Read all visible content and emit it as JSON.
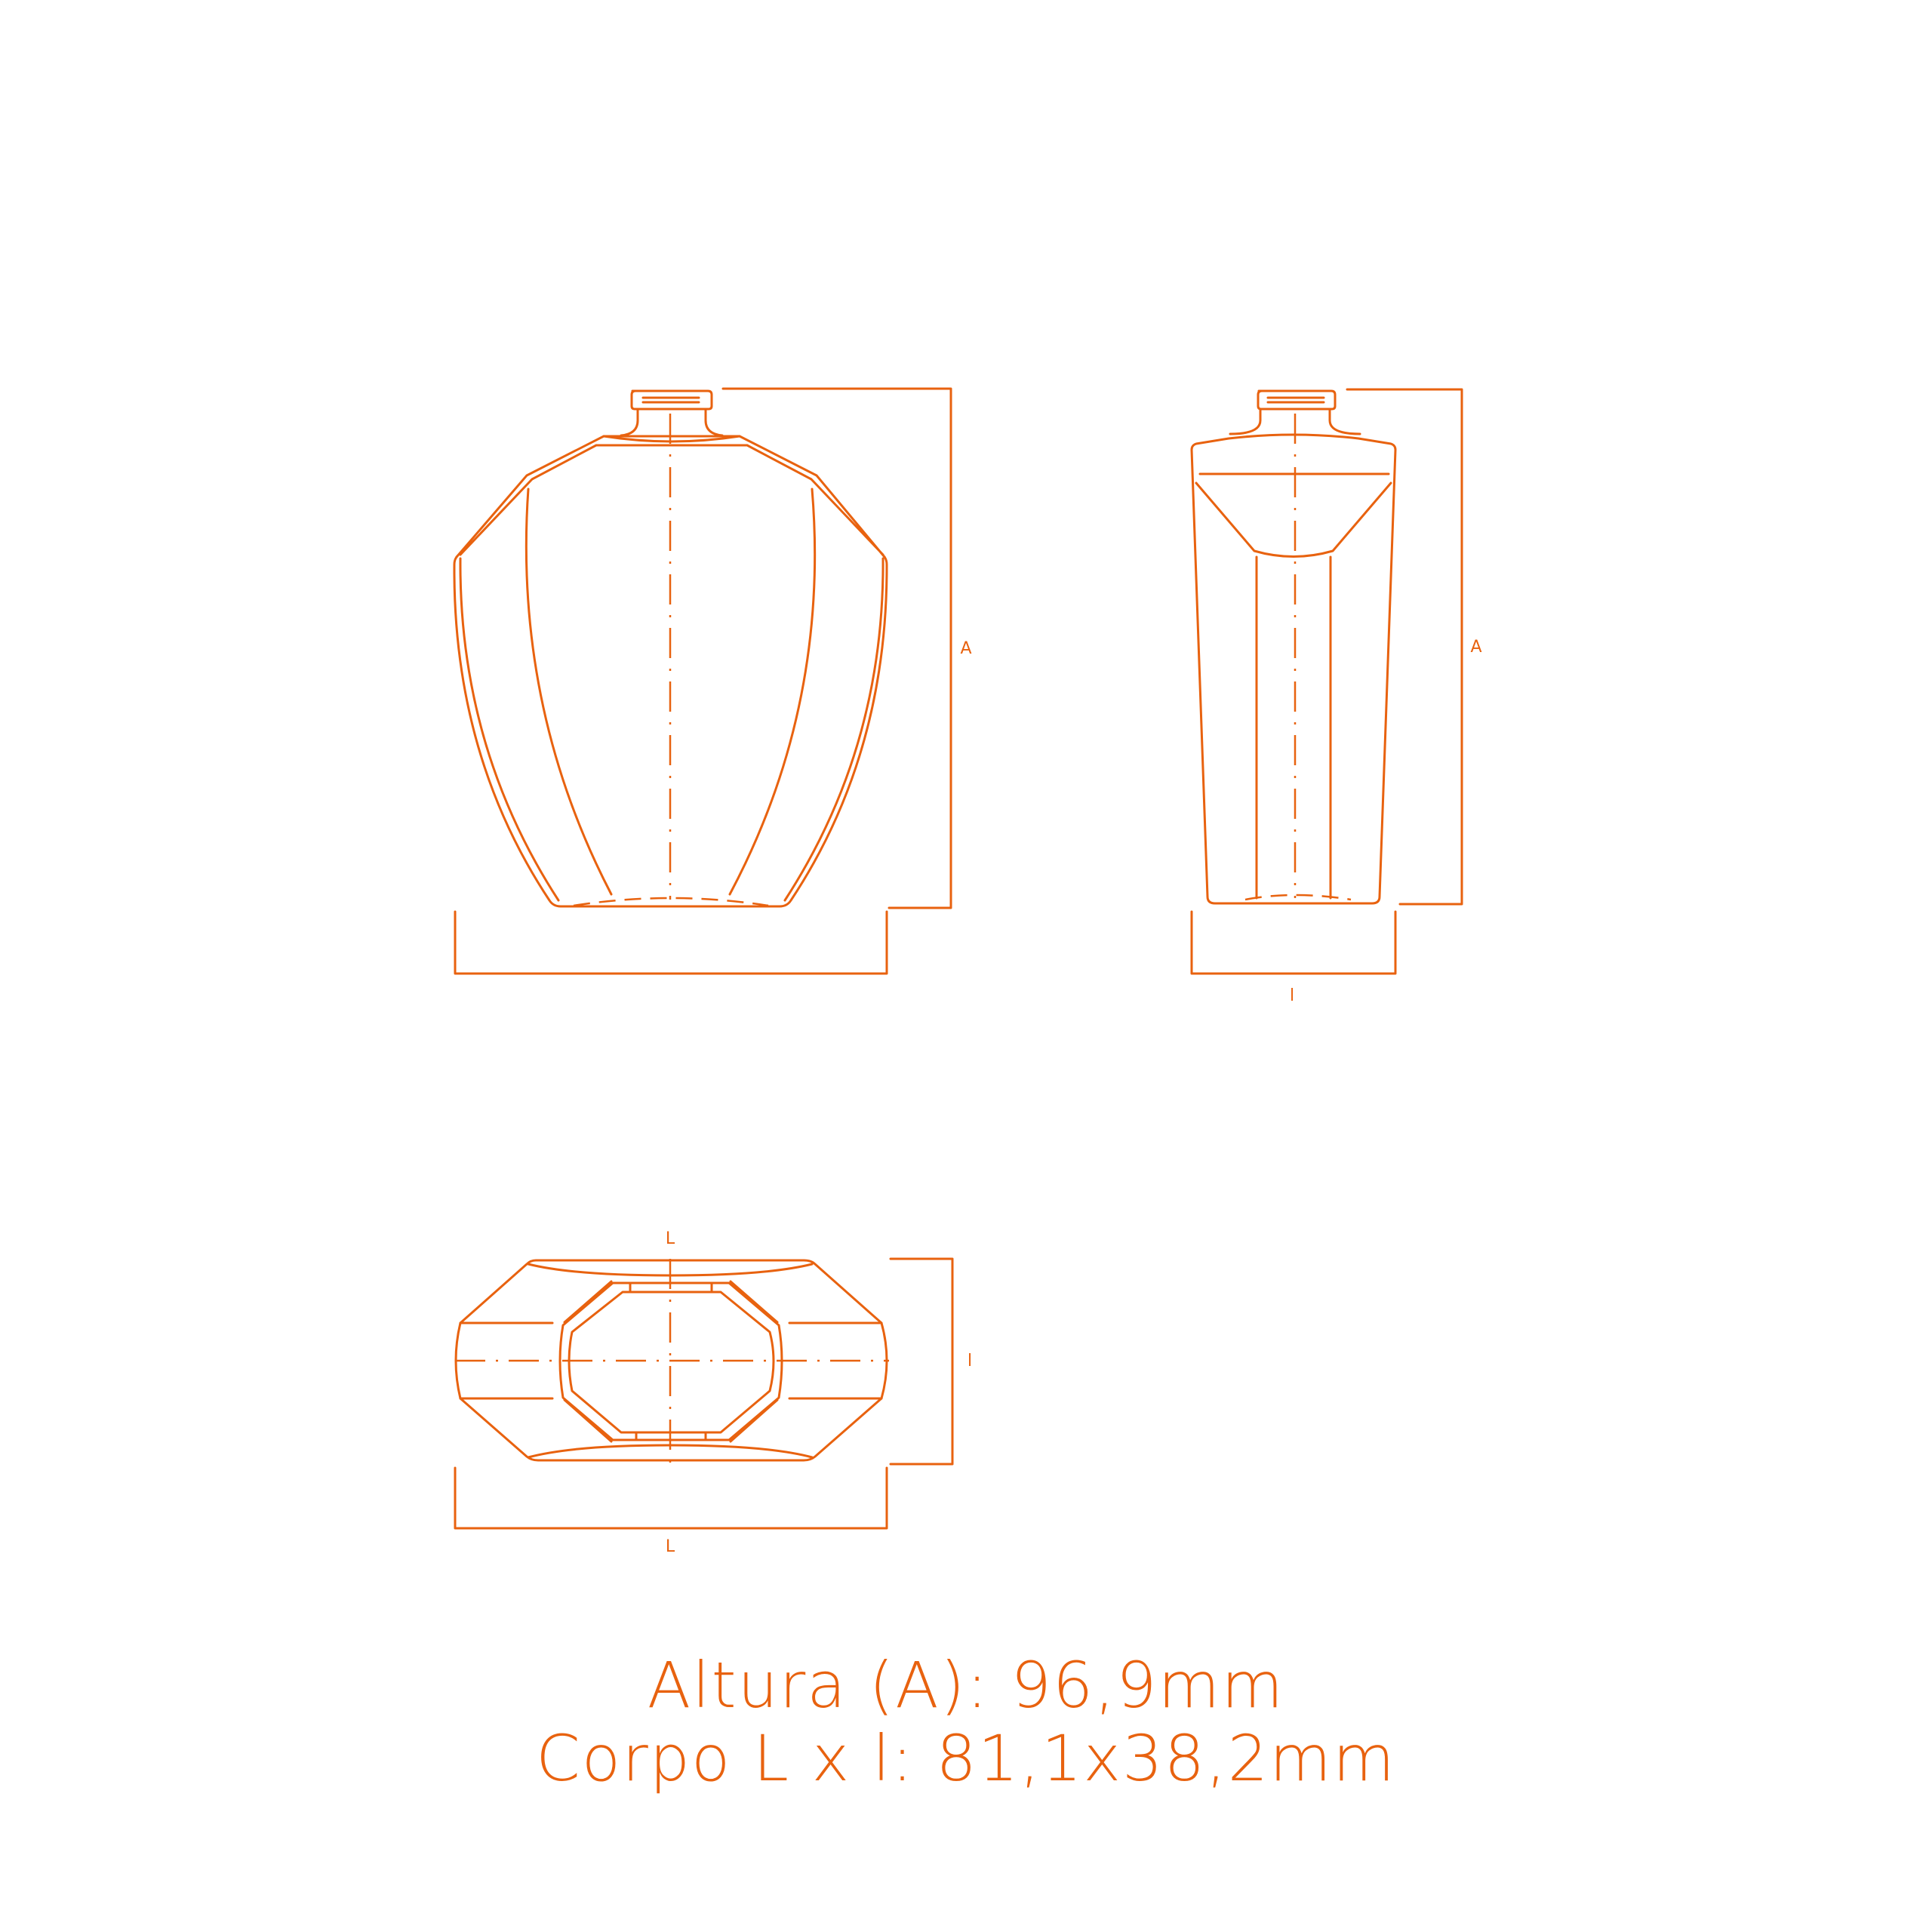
{
  "colors": {
    "stroke": "#E8620F",
    "background": "#FFFFFF"
  },
  "labels": {
    "front_height": "A",
    "side_height": "A",
    "side_width": "l",
    "top_length_top": "L",
    "top_width": "l",
    "top_length_bottom": "L"
  },
  "caption": {
    "height_line": "Altura (A): 96,9mm",
    "body_line": "Corpo L x l: 81,1x38,2mm"
  }
}
